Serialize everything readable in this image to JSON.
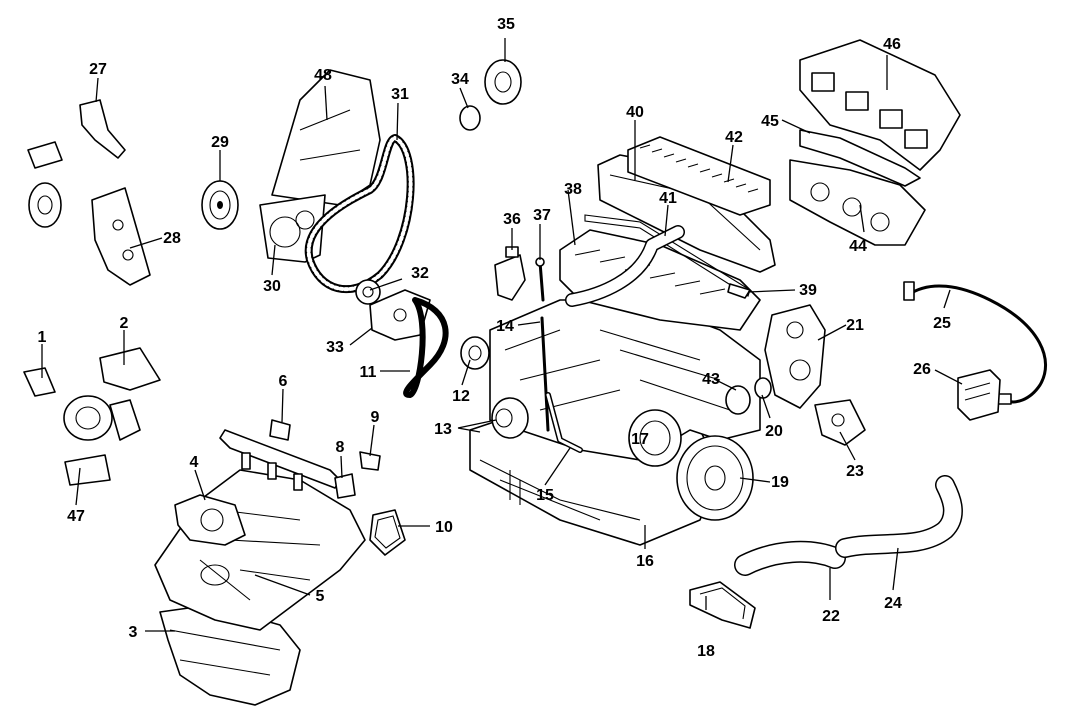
{
  "callouts": [
    {
      "id": "c1",
      "text": "1"
    },
    {
      "id": "c2",
      "text": "2"
    },
    {
      "id": "c3",
      "text": "3"
    },
    {
      "id": "c4",
      "text": "4"
    },
    {
      "id": "c5",
      "text": "5"
    },
    {
      "id": "c6",
      "text": "6"
    },
    {
      "id": "c8",
      "text": "8"
    },
    {
      "id": "c9",
      "text": "9"
    },
    {
      "id": "c10",
      "text": "10"
    },
    {
      "id": "c11",
      "text": "11"
    },
    {
      "id": "c12",
      "text": "12"
    },
    {
      "id": "c13",
      "text": "13"
    },
    {
      "id": "c14",
      "text": "14"
    },
    {
      "id": "c15",
      "text": "15"
    },
    {
      "id": "c16",
      "text": "16"
    },
    {
      "id": "c17",
      "text": "17"
    },
    {
      "id": "c18",
      "text": "18"
    },
    {
      "id": "c19",
      "text": "19"
    },
    {
      "id": "c20",
      "text": "20"
    },
    {
      "id": "c21",
      "text": "21"
    },
    {
      "id": "c22",
      "text": "22"
    },
    {
      "id": "c23",
      "text": "23"
    },
    {
      "id": "c24",
      "text": "24"
    },
    {
      "id": "c25",
      "text": "25"
    },
    {
      "id": "c26",
      "text": "26"
    },
    {
      "id": "c27",
      "text": "27"
    },
    {
      "id": "c28",
      "text": "28"
    },
    {
      "id": "c29",
      "text": "29"
    },
    {
      "id": "c30",
      "text": "30"
    },
    {
      "id": "c31",
      "text": "31"
    },
    {
      "id": "c32",
      "text": "32"
    },
    {
      "id": "c33",
      "text": "33"
    },
    {
      "id": "c34",
      "text": "34"
    },
    {
      "id": "c35",
      "text": "35"
    },
    {
      "id": "c36",
      "text": "36"
    },
    {
      "id": "c37",
      "text": "37"
    },
    {
      "id": "c38",
      "text": "38"
    },
    {
      "id": "c39",
      "text": "39"
    },
    {
      "id": "c40",
      "text": "40"
    },
    {
      "id": "c41",
      "text": "41"
    },
    {
      "id": "c42",
      "text": "42"
    },
    {
      "id": "c43",
      "text": "43"
    },
    {
      "id": "c44",
      "text": "44"
    },
    {
      "id": "c45",
      "text": "45"
    },
    {
      "id": "c46",
      "text": "46"
    },
    {
      "id": "c47",
      "text": "47"
    },
    {
      "id": "c48",
      "text": "48"
    }
  ]
}
